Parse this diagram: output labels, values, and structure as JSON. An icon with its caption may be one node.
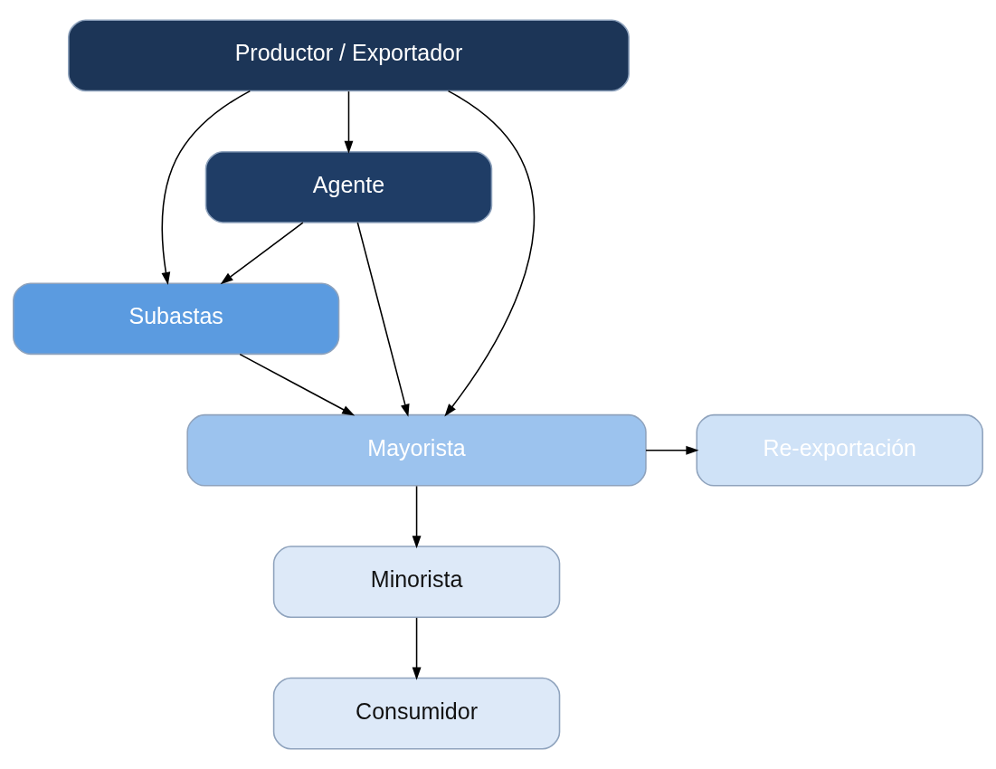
{
  "diagram": {
    "nodes": [
      {
        "text": [
          "Productor / Exportador"
        ]
      },
      {
        "text": [
          "Agente"
        ]
      },
      {
        "text": [
          "Subastas"
        ]
      },
      {
        "text": [
          "Mayorista"
        ]
      },
      {
        "text": [
          "Re-exportación"
        ]
      },
      {
        "text": [
          "Minorista"
        ]
      },
      {
        "text": [
          "Consumidor"
        ]
      }
    ],
    "edges": [
      {
        "from": 0,
        "to": 1,
        "arrow": "to"
      },
      {
        "from": 0,
        "to": 2,
        "arrow": "to"
      },
      {
        "from": 0,
        "to": 3,
        "arrow": "to"
      },
      {
        "from": 1,
        "to": 2,
        "arrow": "to"
      },
      {
        "from": 1,
        "to": 3,
        "arrow": "to"
      },
      {
        "from": 2,
        "to": 3,
        "arrow": "to"
      },
      {
        "from": 3,
        "to": 4,
        "arrow": "to"
      },
      {
        "from": 3,
        "to": 5,
        "arrow": "to"
      },
      {
        "from": 5,
        "to": 6,
        "arrow": "to"
      }
    ]
  }
}
